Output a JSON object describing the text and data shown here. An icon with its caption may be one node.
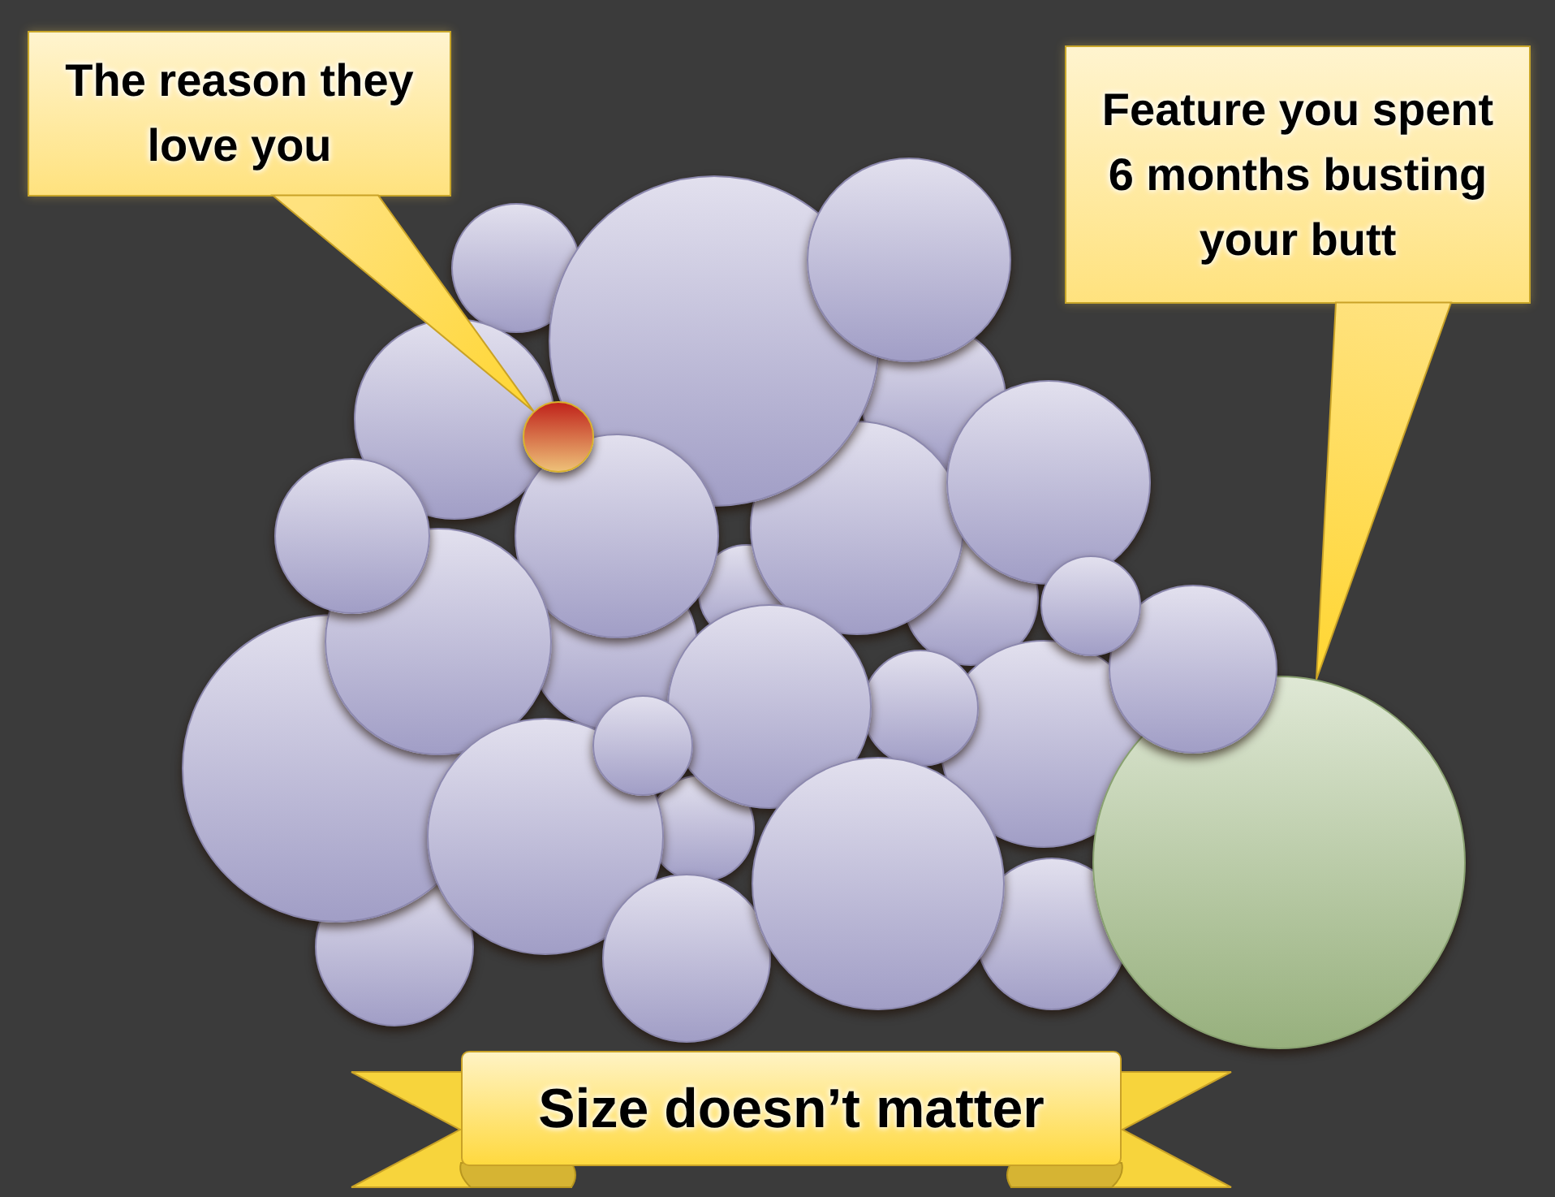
{
  "diagram": {
    "nodes": [
      {
        "text": [
          "The reason they love you"
        ]
      },
      {
        "text": [
          "Feature you spent 6 months busting your butt"
        ]
      },
      {
        "text": [],
        "shape": "circle"
      },
      {
        "text": [],
        "shape": "circle"
      },
      {
        "text": [],
        "shape": "circle"
      },
      {
        "text": [],
        "shape": "circle"
      },
      {
        "text": [],
        "shape": "circle"
      },
      {
        "text": [],
        "shape": "circle"
      },
      {
        "text": [],
        "shape": "circle"
      },
      {
        "text": [],
        "shape": "circle"
      },
      {
        "text": [],
        "shape": "circle"
      },
      {
        "text": [],
        "shape": "circle"
      },
      {
        "text": [],
        "shape": "circle"
      },
      {
        "text": [],
        "shape": "circle"
      },
      {
        "text": [],
        "shape": "circle"
      },
      {
        "text": [],
        "shape": "circle"
      },
      {
        "text": [],
        "shape": "circle"
      },
      {
        "text": [],
        "shape": "circle"
      },
      {
        "text": [],
        "shape": "circle"
      },
      {
        "text": [],
        "shape": "circle"
      },
      {
        "text": [],
        "shape": "circle"
      },
      {
        "text": [],
        "shape": "circle"
      },
      {
        "text": [],
        "shape": "circle"
      },
      {
        "text": [],
        "shape": "circle"
      },
      {
        "text": [],
        "shape": "circle"
      },
      {
        "text": [],
        "shape": "circle"
      },
      {
        "text": [],
        "shape": "circle"
      },
      {
        "text": [],
        "shape": "circle"
      },
      {
        "text": [],
        "shape": "circle"
      },
      {
        "text": [],
        "shape": "circle"
      },
      {
        "text": [
          "Size doesn’t matter"
        ]
      }
    ],
    "edges": [
      {
        "from": 0,
        "to": 7,
        "arrow": "none"
      },
      {
        "from": 1,
        "to": 25,
        "arrow": "none"
      }
    ]
  }
}
